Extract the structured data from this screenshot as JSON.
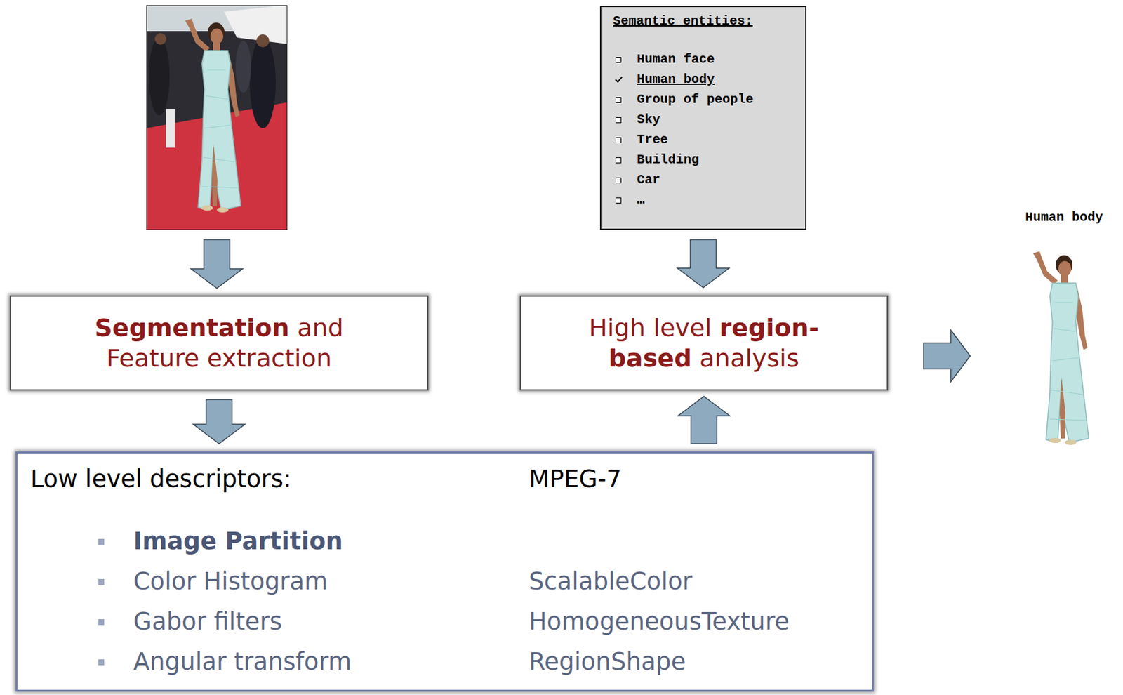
{
  "diagram": {
    "nodes": [
      {
        "text": [
          "Semantic entities:",
          "Human face",
          "Human body",
          "Group of people",
          "Sky",
          "Tree",
          "Building",
          "Car",
          "…"
        ]
      },
      {
        "text": [
          "Segmentation and Feature extraction"
        ]
      },
      {
        "text": [
          "High level region-based analysis"
        ]
      },
      {
        "text": [
          "Low level descriptors:",
          "MPEG-7",
          "Image Partition",
          "Color Histogram",
          "ScalableColor",
          "Gabor filters",
          "HomogeneousTexture",
          "Angular transform",
          "RegionShape"
        ]
      },
      {
        "text": [
          "Human body"
        ]
      }
    ],
    "edges": [
      {
        "from": 1,
        "to": 3,
        "arrow": "to"
      },
      {
        "from": 3,
        "to": 2,
        "arrow": "to"
      },
      {
        "from": 0,
        "to": 2,
        "arrow": "to"
      },
      {
        "from": 2,
        "to": 4,
        "arrow": "to"
      }
    ]
  }
}
